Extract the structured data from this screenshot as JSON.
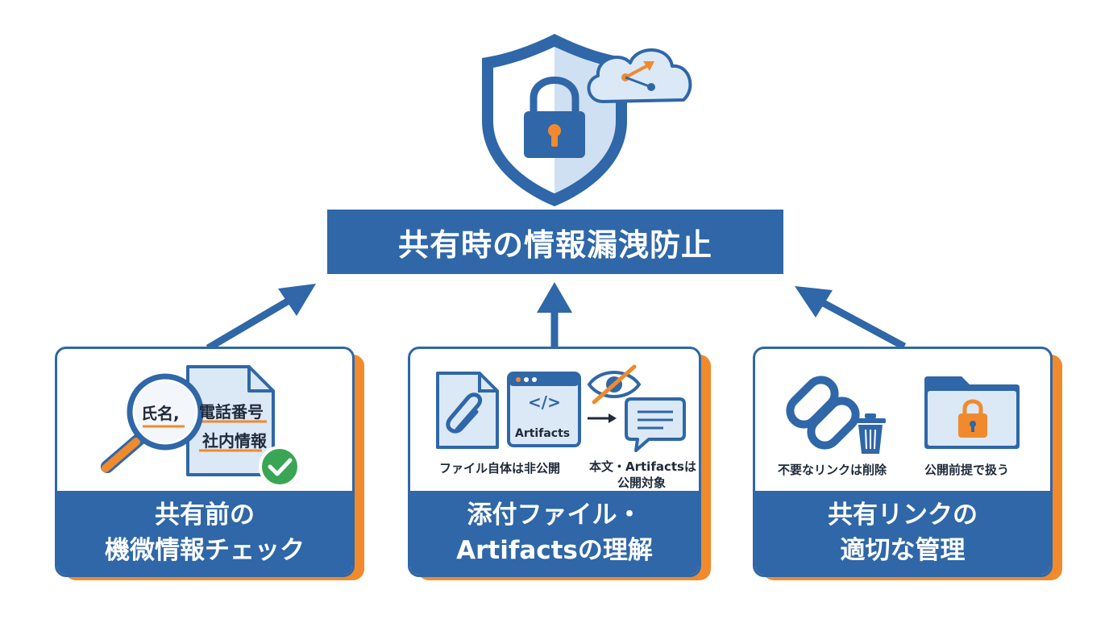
{
  "title": "共有時の情報漏洩防止",
  "colors": {
    "primary": "#2f67a8",
    "accent": "#f08a2c",
    "light": "#dbe8f6",
    "success": "#3aa655"
  },
  "cards": [
    {
      "heading_line1": "共有前の",
      "heading_line2": "機微情報チェック",
      "magnifier_text": "氏名,",
      "doc_line1": "電話番号",
      "doc_line2": "社内情報",
      "icons": [
        "magnifier-icon",
        "document-icon",
        "check-icon"
      ]
    },
    {
      "heading_line1": "添付ファイル・",
      "heading_line2": "Artifactsの理解",
      "artifacts_label": "Artifacts",
      "code_glyph": "</>",
      "caption_left": "ファイル自体は非公開",
      "caption_right_line1": "本文・Artifactsは",
      "caption_right_line2": "公開対象",
      "icons": [
        "paperclip-file-icon",
        "code-window-icon",
        "eye-slash-icon",
        "chat-bubble-icon"
      ]
    },
    {
      "heading_line1": "共有リンクの",
      "heading_line2": "適切な管理",
      "caption_left": "不要なリンクは削除",
      "caption_right": "公開前提で扱う",
      "icons": [
        "chain-link-icon",
        "trash-icon",
        "locked-folder-icon"
      ]
    }
  ]
}
